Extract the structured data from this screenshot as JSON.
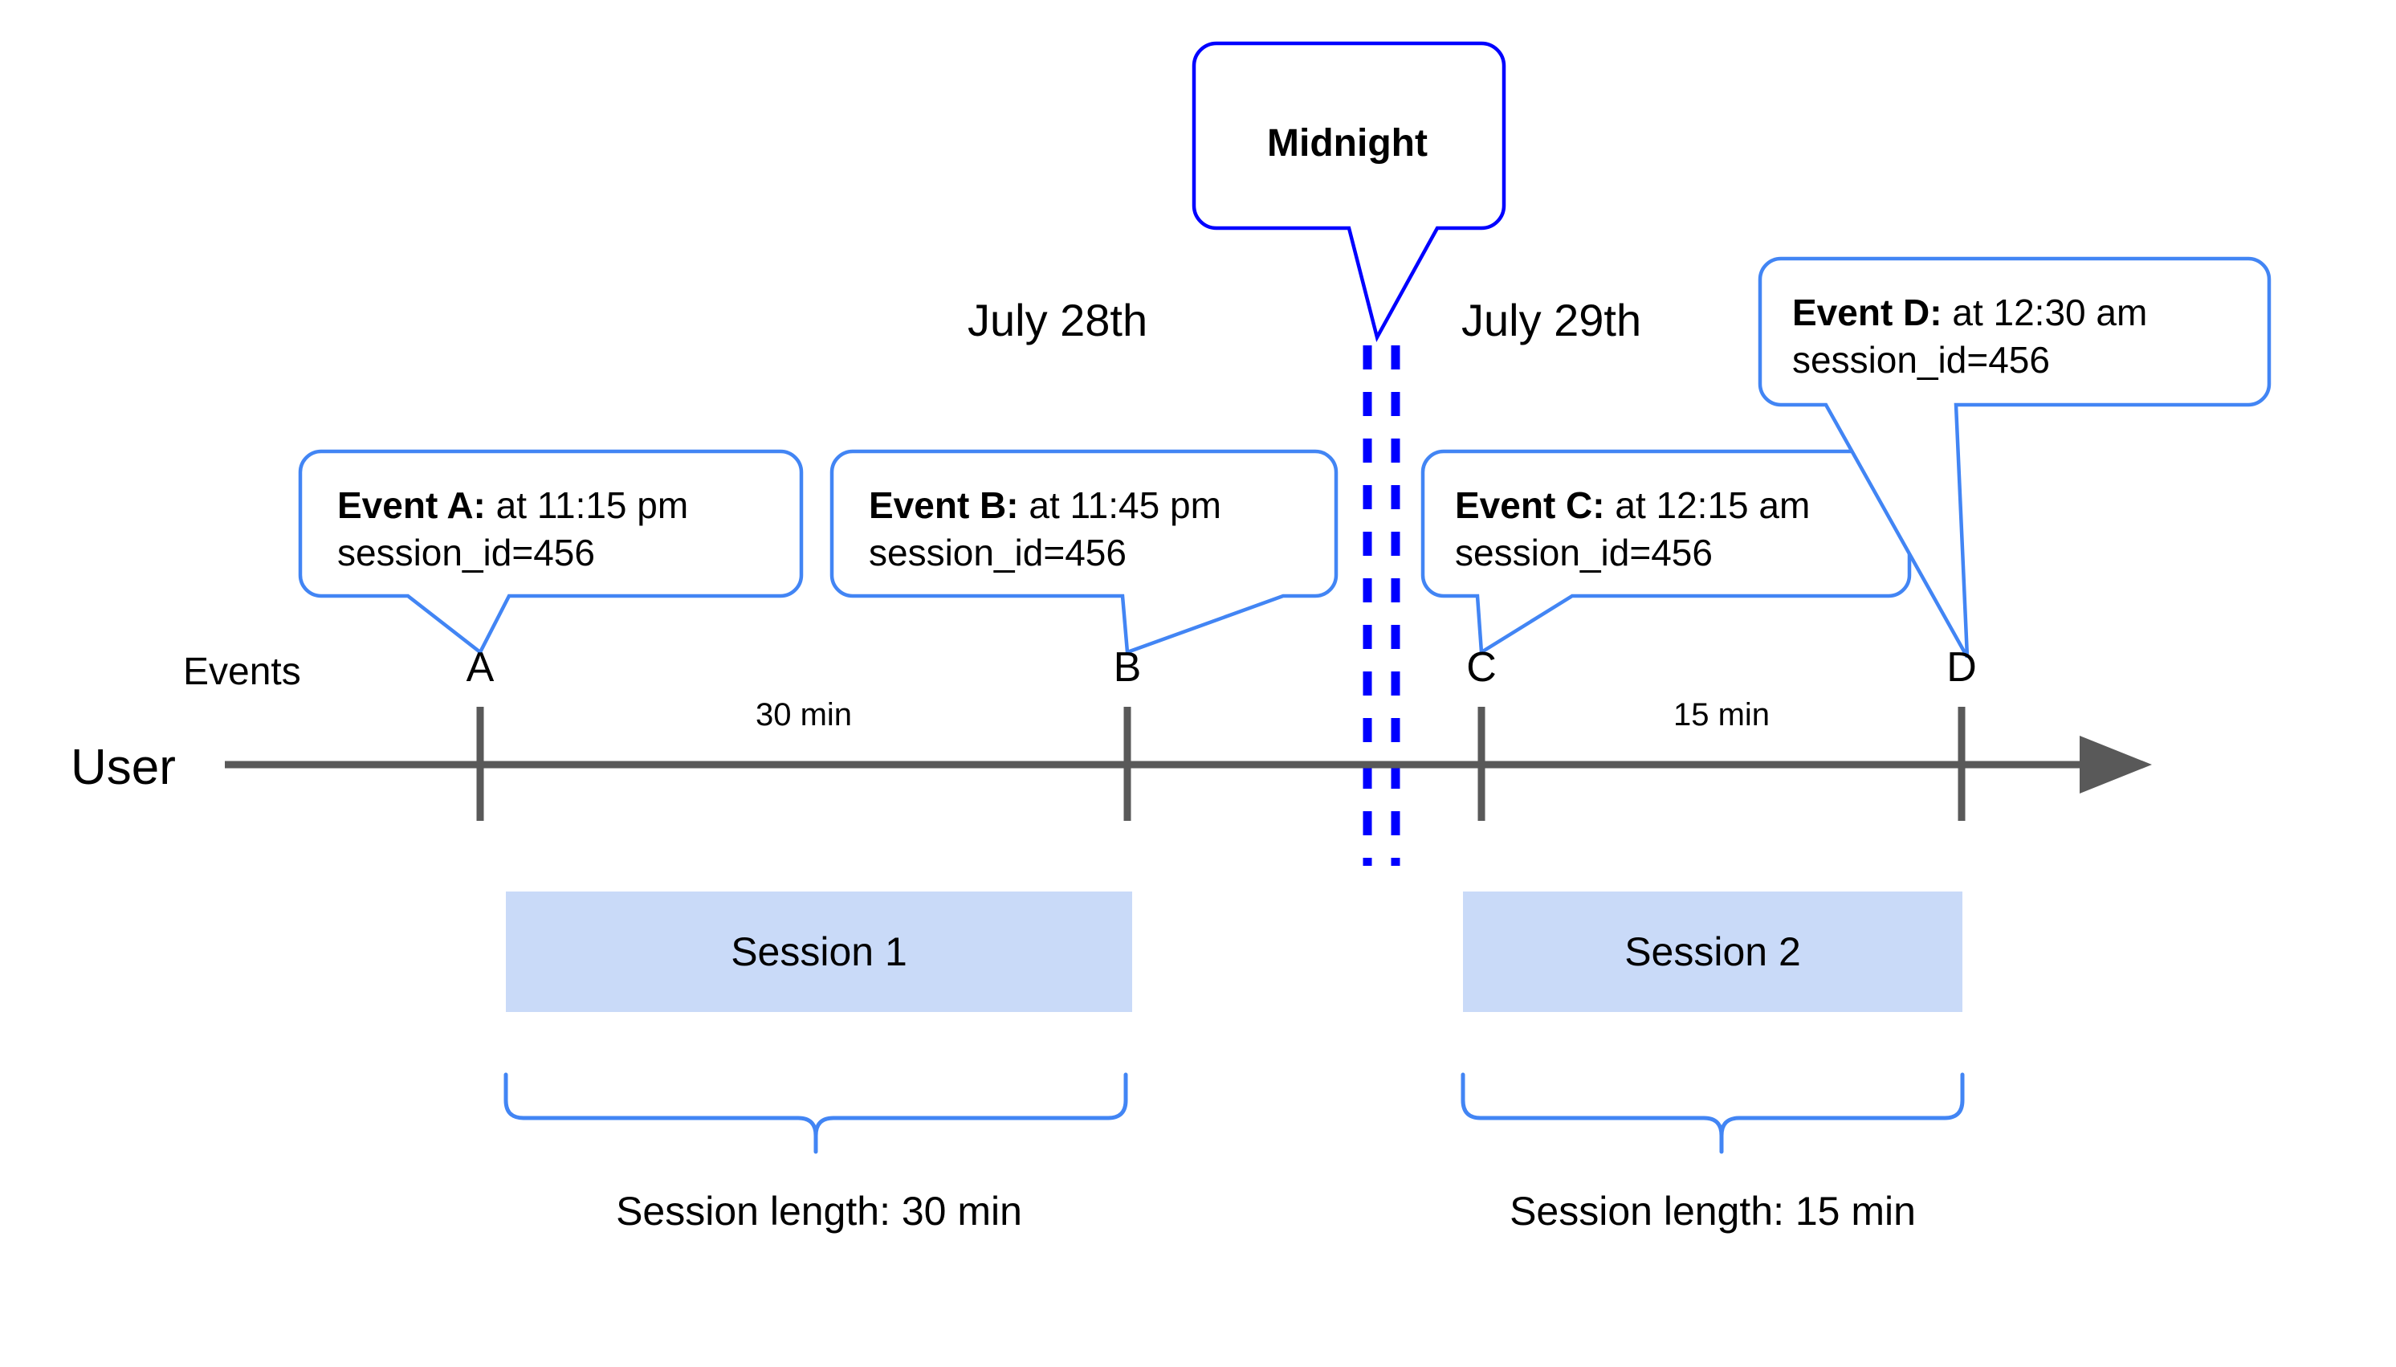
{
  "diagram": {
    "title_annotation": "Midnight",
    "rows": {
      "events_label": "Events",
      "user_label": "User"
    },
    "dates": {
      "left": "July 28th",
      "right": "July 29th"
    },
    "markers": [
      {
        "id": "A",
        "label": "A"
      },
      {
        "id": "B",
        "label": "B"
      },
      {
        "id": "C",
        "label": "C"
      },
      {
        "id": "D",
        "label": "D"
      }
    ],
    "gaps": [
      {
        "label": "30 min"
      },
      {
        "label": "15 min"
      }
    ],
    "callouts": [
      {
        "id": "event-a",
        "title": "Event A:",
        "time": " at 11:15 pm",
        "detail": "session_id=456"
      },
      {
        "id": "event-b",
        "title": "Event B:",
        "time": " at 11:45 pm",
        "detail": "session_id=456"
      },
      {
        "id": "event-c",
        "title": "Event C:",
        "time": " at 12:15 am",
        "detail": "session_id=456"
      },
      {
        "id": "event-d",
        "title": "Event D:",
        "time": " at 12:30 am",
        "detail": "session_id=456"
      }
    ],
    "sessions": [
      {
        "id": "session-1",
        "bar_label": "Session 1",
        "length_label": "Session length: 30 min"
      },
      {
        "id": "session-2",
        "bar_label": "Session 2",
        "length_label": "Session length: 15 min"
      }
    ],
    "colors": {
      "callout_border": "#4285f4",
      "midnight_border": "#0000ff",
      "midnight_dash": "#0000ff",
      "axis": "#595959",
      "session_fill": "#c9daf8",
      "brace": "#4285f4",
      "text": "#000000",
      "background": "#ffffff"
    }
  }
}
